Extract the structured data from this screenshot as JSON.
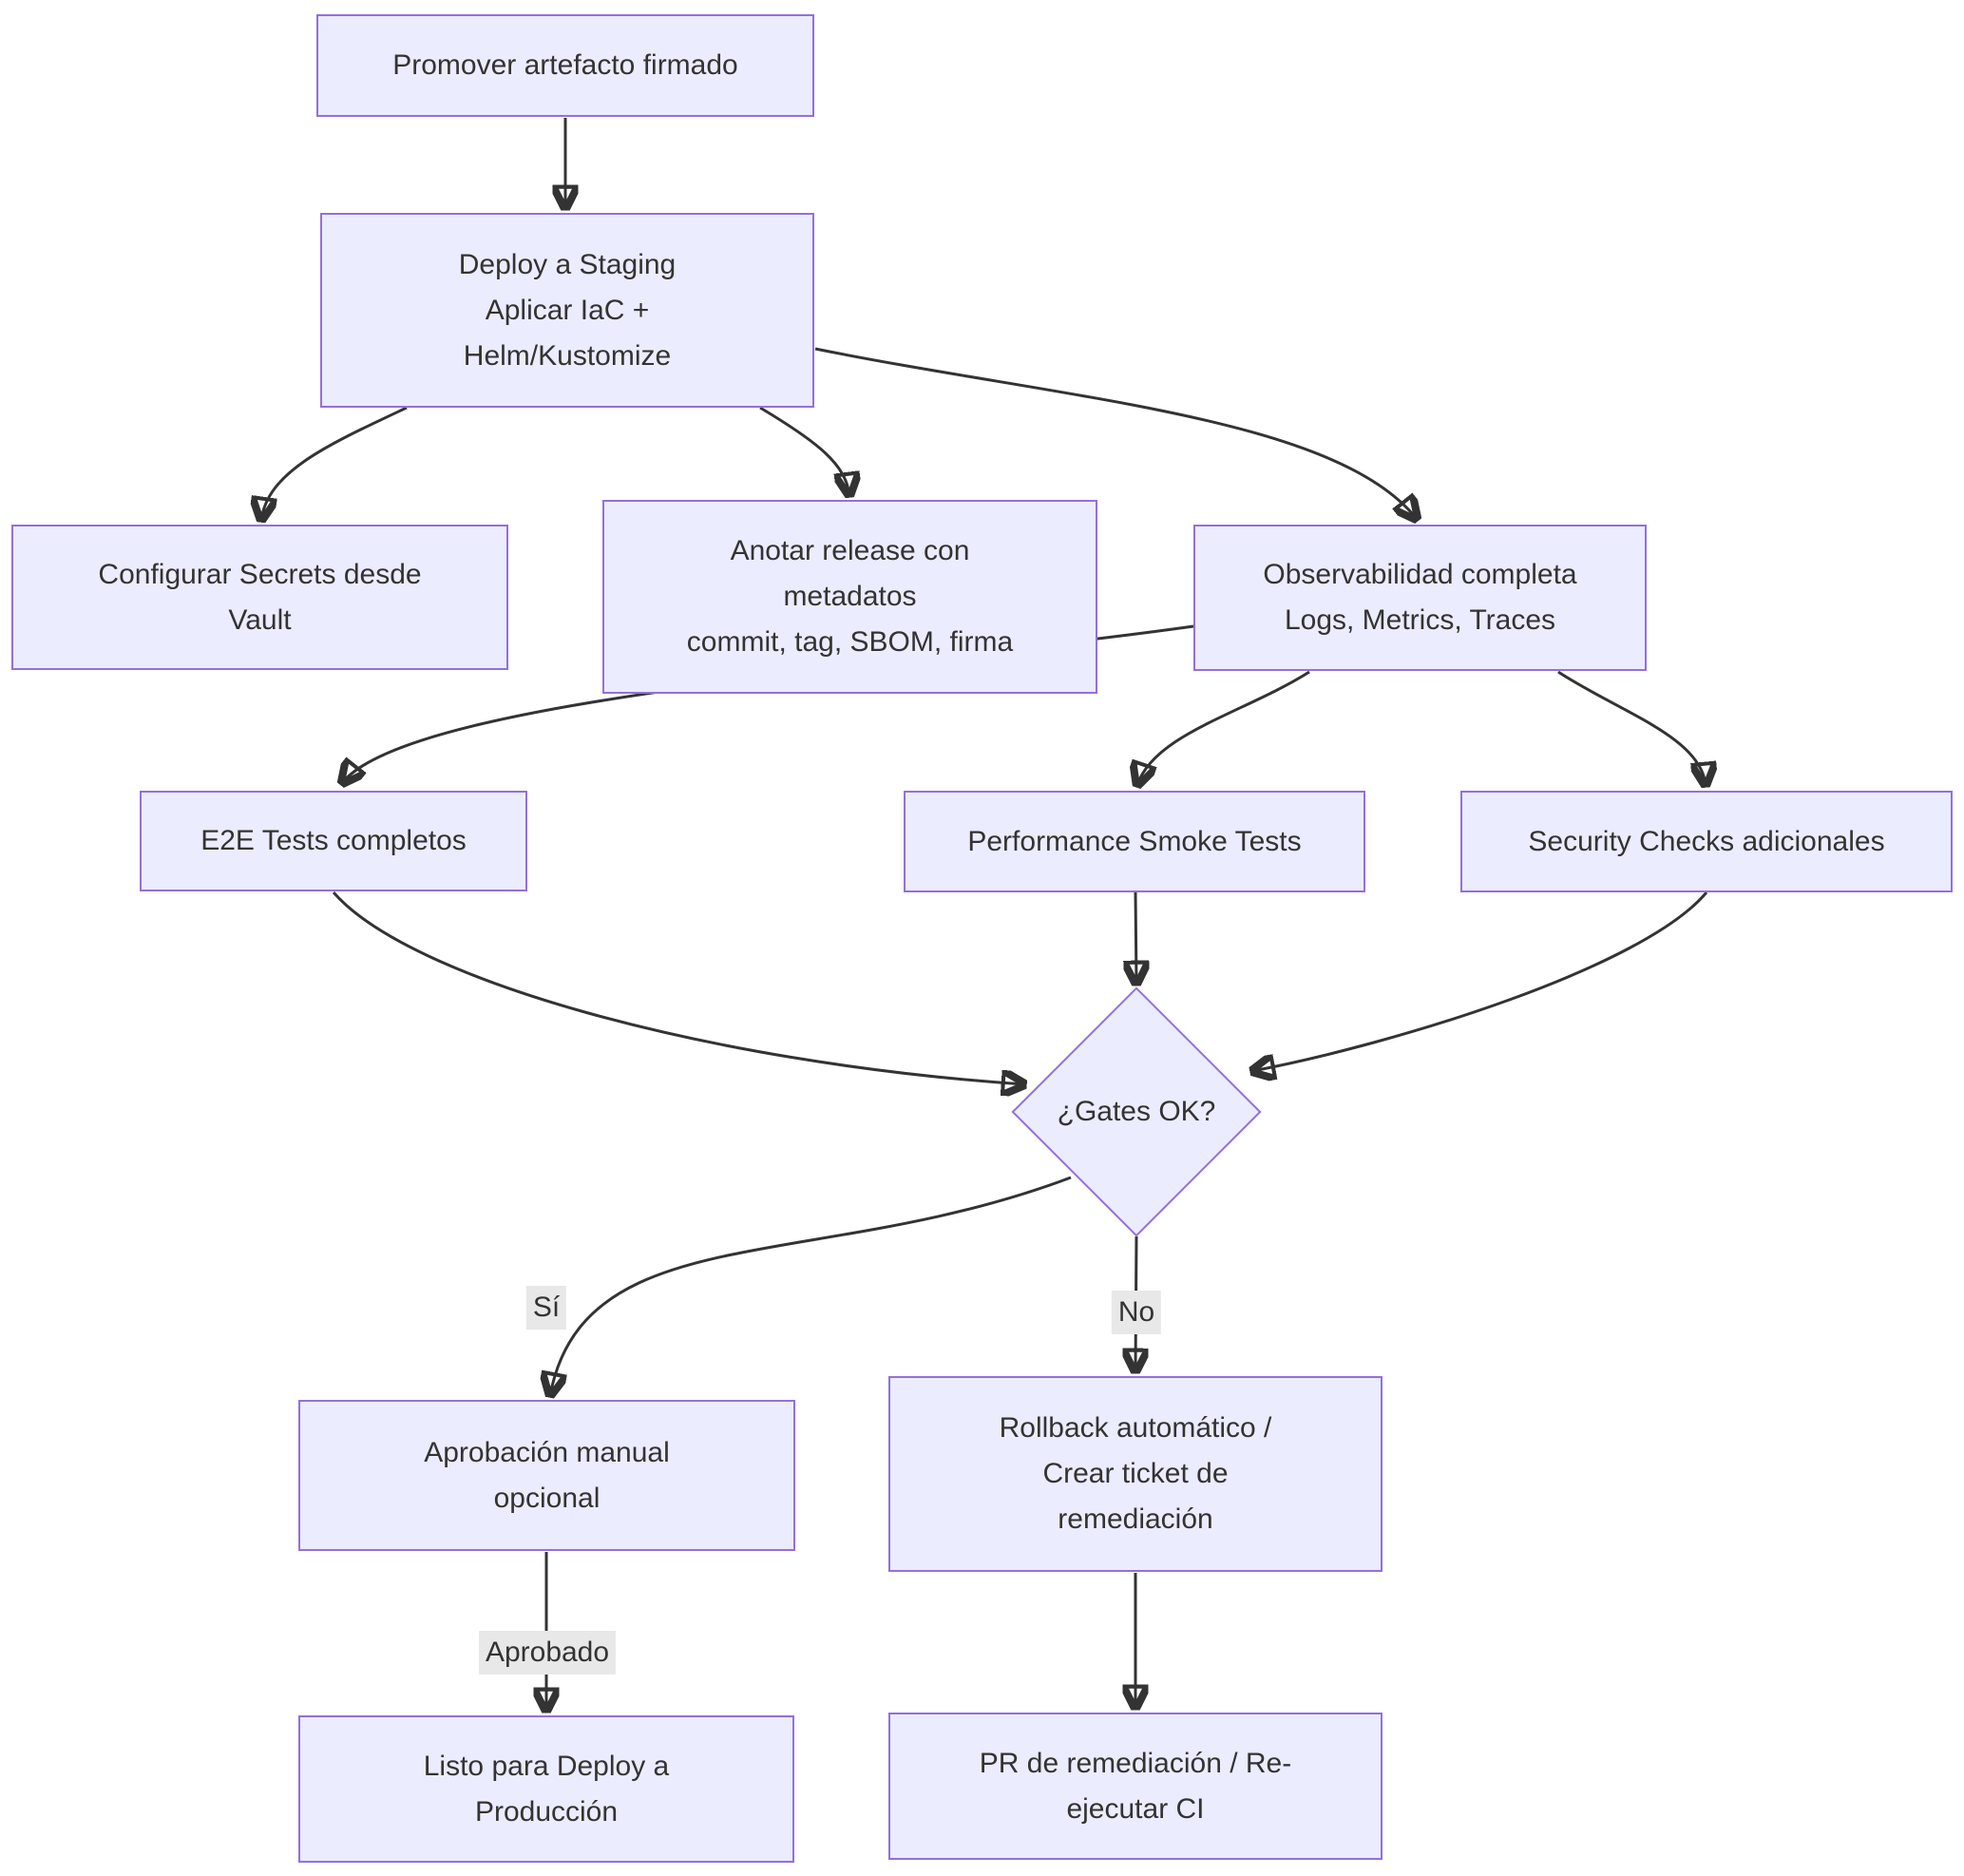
{
  "colors": {
    "node_fill": "#ECECFF",
    "node_border": "#9370DB",
    "edge": "#333333",
    "text": "#333333",
    "label_bg": "#e8e8e8",
    "background": "#ffffff"
  },
  "nodes": {
    "promover": {
      "label": "Promover artefacto firmado"
    },
    "deploy": {
      "label": "Deploy a Staging\nAplicar IaC +\nHelm/Kustomize"
    },
    "configurar": {
      "label": "Configurar Secrets desde\nVault"
    },
    "anotar": {
      "label": "Anotar release con\nmetadatos\ncommit, tag, SBOM, firma"
    },
    "observabilidad": {
      "label": "Observabilidad completa\nLogs, Metrics, Traces"
    },
    "e2e": {
      "label": "E2E Tests completos"
    },
    "performance": {
      "label": "Performance Smoke Tests"
    },
    "security": {
      "label": "Security Checks adicionales"
    },
    "gates": {
      "label": "¿Gates OK?"
    },
    "aprobacion": {
      "label": "Aprobación manual\nopcional"
    },
    "rollback": {
      "label": "Rollback automático /\nCrear ticket de\nremediación"
    },
    "listo": {
      "label": "Listo para Deploy a\nProducción"
    },
    "pr": {
      "label": "PR de remediación / Re-\nejecutar CI"
    }
  },
  "edge_labels": {
    "si": "Sí",
    "no": "No",
    "aprobado": "Aprobado"
  },
  "edges": [
    {
      "from": "promover",
      "to": "deploy",
      "label": ""
    },
    {
      "from": "deploy",
      "to": "configurar",
      "label": ""
    },
    {
      "from": "deploy",
      "to": "anotar",
      "label": ""
    },
    {
      "from": "deploy",
      "to": "observabilidad",
      "label": ""
    },
    {
      "from": "observabilidad",
      "to": "e2e",
      "label": ""
    },
    {
      "from": "observabilidad",
      "to": "performance",
      "label": ""
    },
    {
      "from": "observabilidad",
      "to": "security",
      "label": ""
    },
    {
      "from": "e2e",
      "to": "gates",
      "label": ""
    },
    {
      "from": "performance",
      "to": "gates",
      "label": ""
    },
    {
      "from": "security",
      "to": "gates",
      "label": ""
    },
    {
      "from": "gates",
      "to": "aprobacion",
      "label": "Sí"
    },
    {
      "from": "gates",
      "to": "rollback",
      "label": "No"
    },
    {
      "from": "aprobacion",
      "to": "listo",
      "label": "Aprobado"
    },
    {
      "from": "rollback",
      "to": "pr",
      "label": ""
    }
  ]
}
